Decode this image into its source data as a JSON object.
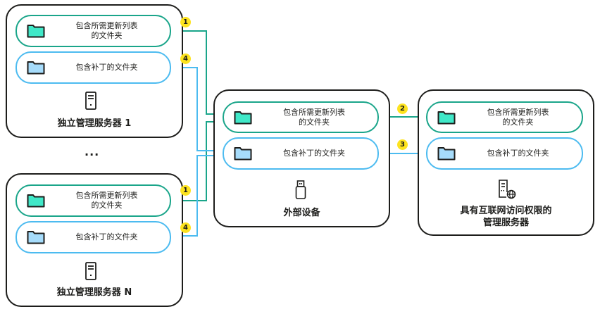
{
  "colors": {
    "update_list": "#1aa58a",
    "update_fill": "#40e8c8",
    "patch": "#4cbbf0",
    "patch_fill": "#a6dcfb",
    "badge": "#fde31f"
  },
  "folders": {
    "update_list": "包含所需更新列表\n的文件夹",
    "update_list_line1": "包含所需更新列表",
    "update_list_line2": "的文件夹",
    "patches": "包含补丁的文件夹"
  },
  "nodes": {
    "server1": {
      "title": "独立管理服务器 1",
      "icon": "server-icon"
    },
    "serverN": {
      "title": "独立管理服务器 N",
      "icon": "server-icon"
    },
    "external": {
      "title": "外部设备",
      "icon": "usb-drive-icon"
    },
    "internet": {
      "title_line1": "具有互联网访问权限的",
      "title_line2": "管理服务器",
      "icon": "server-globe-icon"
    }
  },
  "ellipsis": "...",
  "steps": [
    "1",
    "2",
    "3",
    "4"
  ]
}
